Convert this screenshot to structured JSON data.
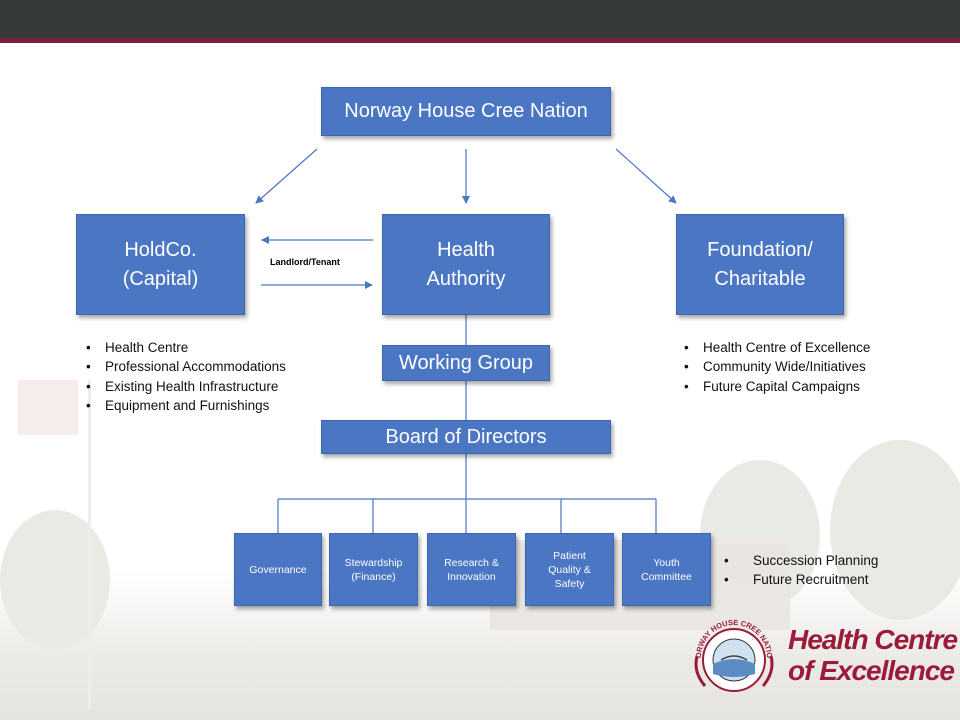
{
  "nodes": {
    "nation": "Norway House Cree Nation",
    "holdco": "HoldCo.\n(Capital)",
    "health_authority": "Health\nAuthority",
    "foundation": "Foundation/\nCharitable",
    "working_group": "Working Group",
    "board": "Board of Directors",
    "governance": "Governance",
    "stewardship": "Stewardship\n(Finance)",
    "research": "Research &\nInnovation",
    "patient": "Patient\nQuality &\nSafety",
    "youth": "Youth\nCommittee"
  },
  "connector_label": "Landlord/Tenant",
  "holdco_bullets": [
    "Health Centre",
    "Professional Accommodations",
    "Existing Health Infrastructure",
    "Equipment and Furnishings"
  ],
  "foundation_bullets": [
    "Health Centre of Excellence",
    "Community Wide/Initiatives",
    "Future Capital Campaigns"
  ],
  "youth_bullets": [
    "Succession Planning",
    "Future Recruitment"
  ],
  "logo": {
    "title_line1": "Health Centre",
    "title_line2": "of Excellence",
    "seal_text": "NORWAY HOUSE CREE NATION"
  },
  "colors": {
    "box": "#4a76c4",
    "topbar": "#343a36",
    "accent": "#7a1f3d",
    "brand": "#9b1b3a"
  }
}
